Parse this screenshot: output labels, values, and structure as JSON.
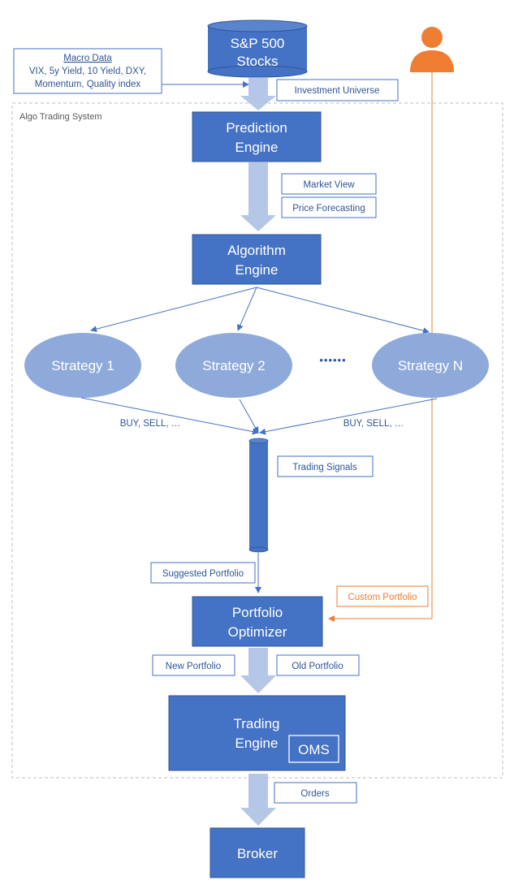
{
  "system_label": "Algo Trading System",
  "nodes": {
    "sp500": {
      "line1": "S&P 500",
      "line2": "Stocks"
    },
    "prediction": {
      "line1": "Prediction",
      "line2": "Engine"
    },
    "algorithm": {
      "line1": "Algorithm",
      "line2": "Engine"
    },
    "optimizer": {
      "line1": "Portfolio",
      "line2": "Optimizer"
    },
    "trading": {
      "line1": "Trading",
      "line2": "Engine",
      "oms": "OMS"
    },
    "broker": {
      "line1": "Broker"
    }
  },
  "strategies": [
    "Strategy 1",
    "Strategy 2",
    "Strategy N"
  ],
  "ellipsis": "••••••",
  "macro": {
    "title": "Macro Data",
    "line2": "VIX, 5y Yield, 10 Yield, DXY,",
    "line3": "Momentum, Quality index"
  },
  "labels": {
    "investment_universe": "Investment Universe",
    "market_view": "Market View",
    "price_forecasting": "Price Forecasting",
    "buy_sell_left": "BUY, SELL, …",
    "buy_sell_right": "BUY, SELL, …",
    "trading_signals": "Trading Signals",
    "suggested_portfolio": "Suggested Portfolio",
    "custom_portfolio": "Custom Portfolio",
    "new_portfolio": "New Portfolio",
    "old_portfolio": "Old Portfolio",
    "orders": "Orders"
  },
  "colors": {
    "node_fill": "#4472c4",
    "node_stroke": "#2f5597",
    "strategy_fill": "#8eaadb",
    "flow_arrow": "#b4c7e7",
    "label_text": "#2f5597",
    "user_accent": "#ed7d31"
  },
  "icons": {
    "user": "person-icon"
  }
}
